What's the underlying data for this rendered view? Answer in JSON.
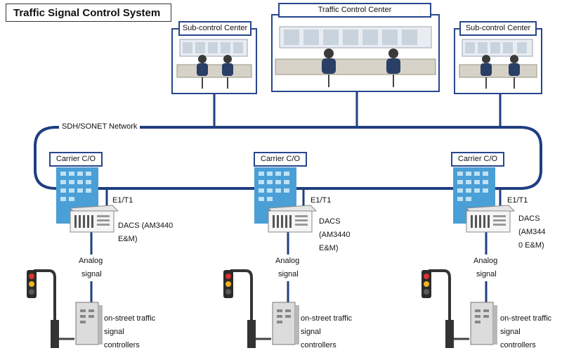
{
  "title": "Traffic Signal Control System",
  "centers": {
    "main": "Traffic Control Center",
    "sub_left": "Sub-control Center",
    "sub_right": "Sub-control Center"
  },
  "network_label": "SDH/SONET Network",
  "sites": [
    {
      "co_label": "Carrier C/O",
      "link_label": "E1/T1",
      "dacs_lines": [
        "DACS (AM3440",
        "E&M)"
      ],
      "analog_lines": [
        "Analog",
        "signal"
      ],
      "controller_lines": [
        "on-street traffic",
        "signal",
        "controllers"
      ]
    },
    {
      "co_label": "Carrier C/O",
      "link_label": "E1/T1",
      "dacs_lines": [
        "DACS",
        "(AM3440",
        "E&M)"
      ],
      "analog_lines": [
        "Analog",
        "signal"
      ],
      "controller_lines": [
        "on-street traffic",
        "signal",
        "controllers"
      ]
    },
    {
      "co_label": "Carrier C/O",
      "link_label": "E1/T1",
      "dacs_lines": [
        "DACS",
        "(AM344",
        "0 E&M)"
      ],
      "analog_lines": [
        "Analog",
        "signal"
      ],
      "controller_lines": [
        "on-street traffic",
        "signal",
        "controllers"
      ]
    }
  ],
  "colors": {
    "network": "#1f3f7f",
    "frame": "#27468c",
    "building": "#4a9fd6"
  }
}
